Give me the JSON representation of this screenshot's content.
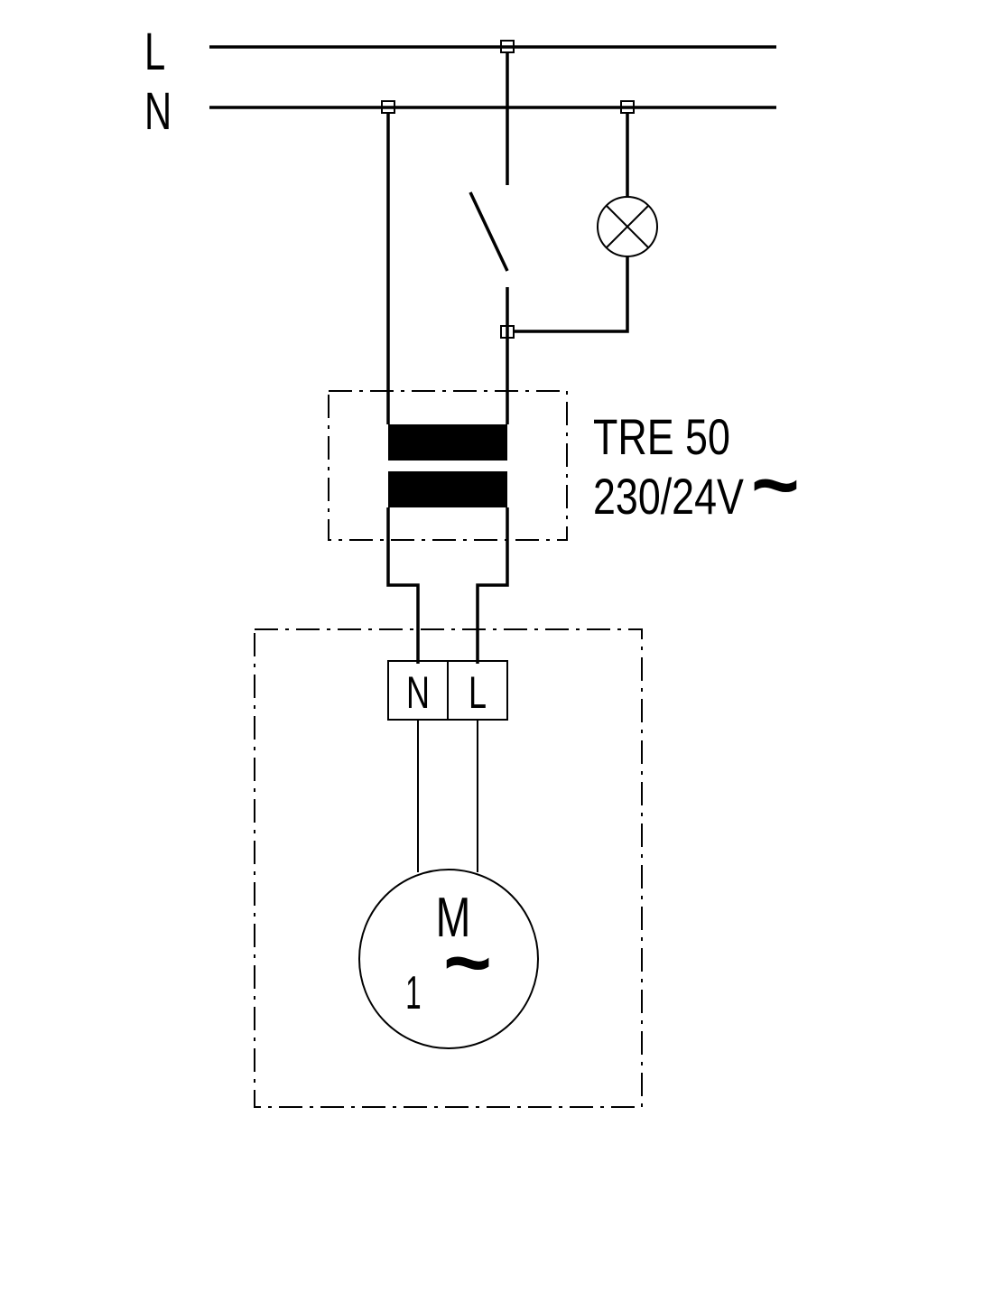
{
  "rails": {
    "live_label": "L",
    "neutral_label": "N"
  },
  "transformer": {
    "model": "TRE 50",
    "rating": "230/24V",
    "ac_symbol": "~"
  },
  "terminals": {
    "neutral": "N",
    "live": "L"
  },
  "motor": {
    "letter": "M",
    "phase": "1",
    "ac_symbol": "~"
  }
}
